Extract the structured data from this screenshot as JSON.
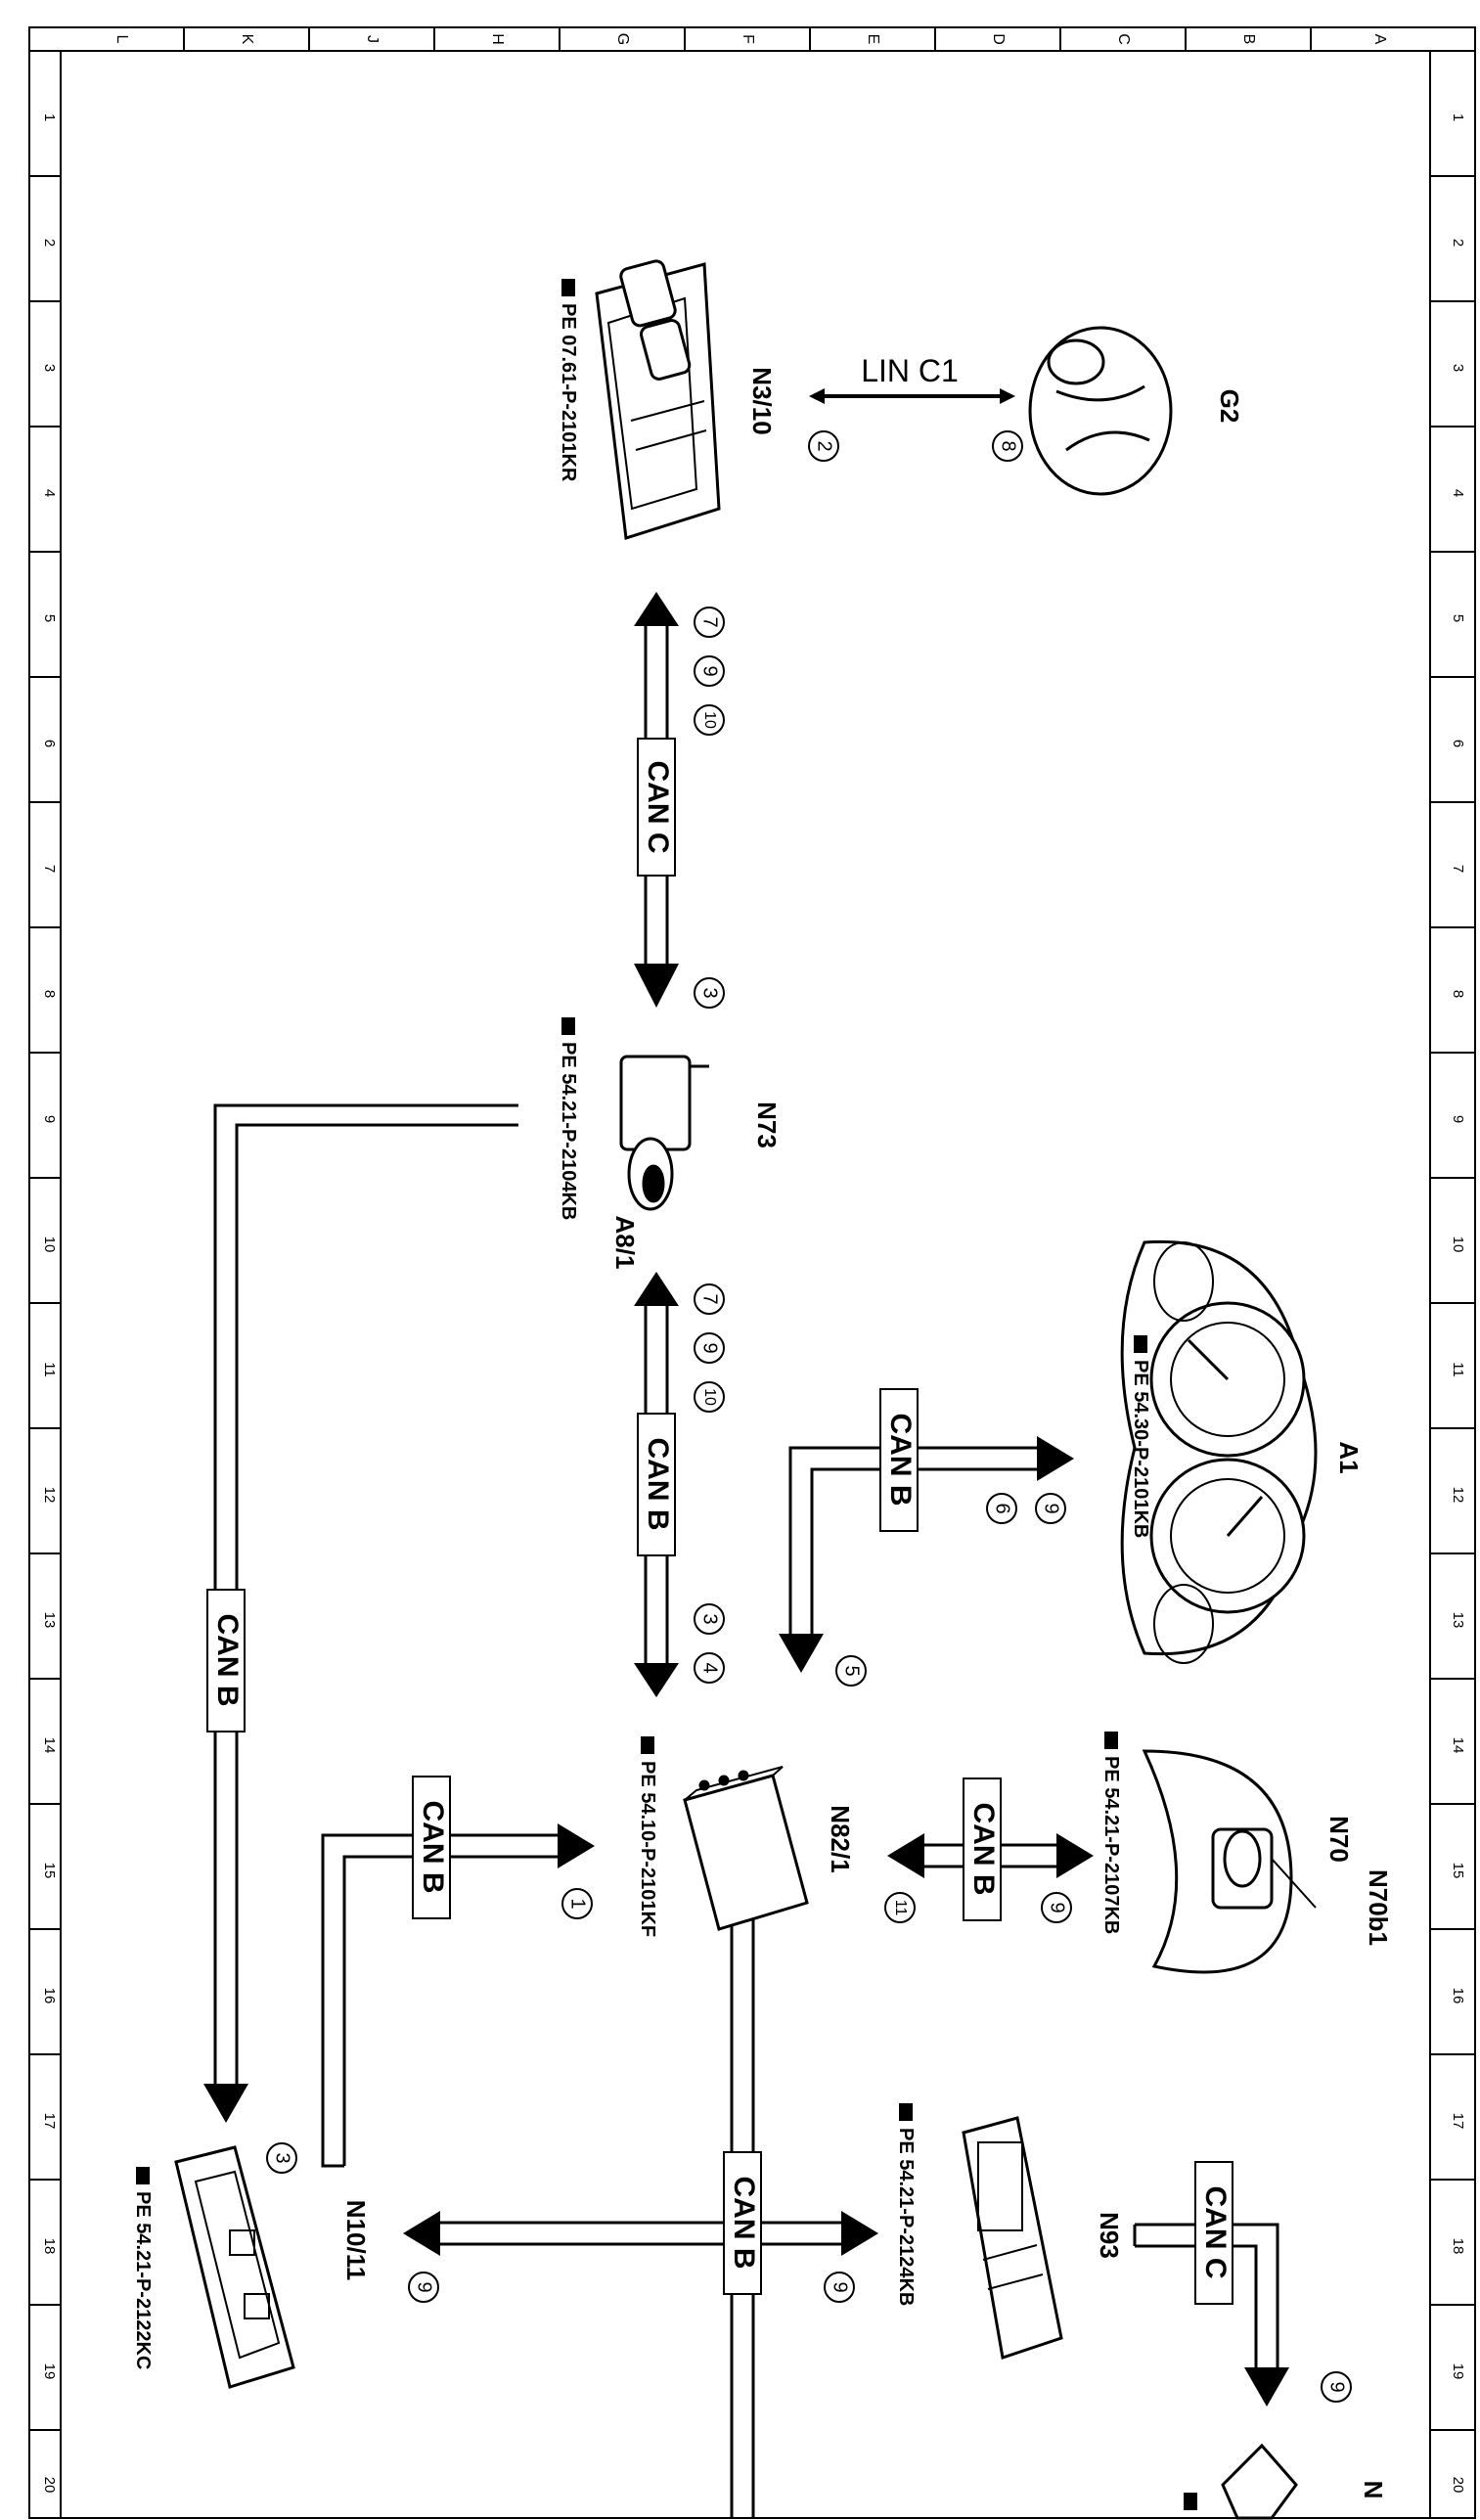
{
  "columns": [
    "L",
    "K",
    "J",
    "H",
    "G",
    "F",
    "E",
    "D",
    "C",
    "B",
    "A"
  ],
  "rows": [
    "1",
    "2",
    "3",
    "4",
    "5",
    "6",
    "7",
    "8",
    "9",
    "10",
    "11",
    "12",
    "13",
    "14",
    "15",
    "16",
    "17",
    "18",
    "19",
    "20"
  ],
  "components": {
    "g2": "G2",
    "n3_10": "N3/10",
    "n73": "N73",
    "a8_1": "A8/1",
    "a1": "A1",
    "n70": "N70",
    "n70b1": "N70b1",
    "n82_1": "N82/1",
    "n93": "N93",
    "n10_11": "N10/11",
    "n_partial": "N"
  },
  "references": {
    "n3_10": "PE 07.61-P-2101KR",
    "n73": "PE 54.21-P-2104KB",
    "a1": "PE 54.30-P-2101KB",
    "n70": "PE 54.21-P-2107KB",
    "n82_1": "PE 54.10-P-2101KF",
    "n93": "PE 54.21-P-2124KB",
    "n10_11": "PE 54.21-P-2122KC"
  },
  "bus_labels": {
    "lin_c1": "LIN C1",
    "can_c_main": "CAN C",
    "can_b_main": "CAN B",
    "can_b_a1": "CAN B",
    "can_b_left": "CAN B",
    "can_b_n82": "CAN B",
    "can_b_n70": "CAN B",
    "can_b_bottom": "CAN B",
    "can_c_n93": "CAN C"
  },
  "markers": {
    "m2": "2",
    "m8": "8",
    "m7a": "7",
    "m9a": "9",
    "m10a": "10",
    "m3a": "3",
    "m7b": "7",
    "m9b": "9",
    "m10b": "10",
    "m3b": "3",
    "m4": "4",
    "m9c": "9",
    "m6": "6",
    "m5": "5",
    "m9d": "9",
    "m11": "11",
    "m1": "1",
    "m3c": "3",
    "m9e": "9",
    "m9f": "9",
    "m9g": "9"
  }
}
